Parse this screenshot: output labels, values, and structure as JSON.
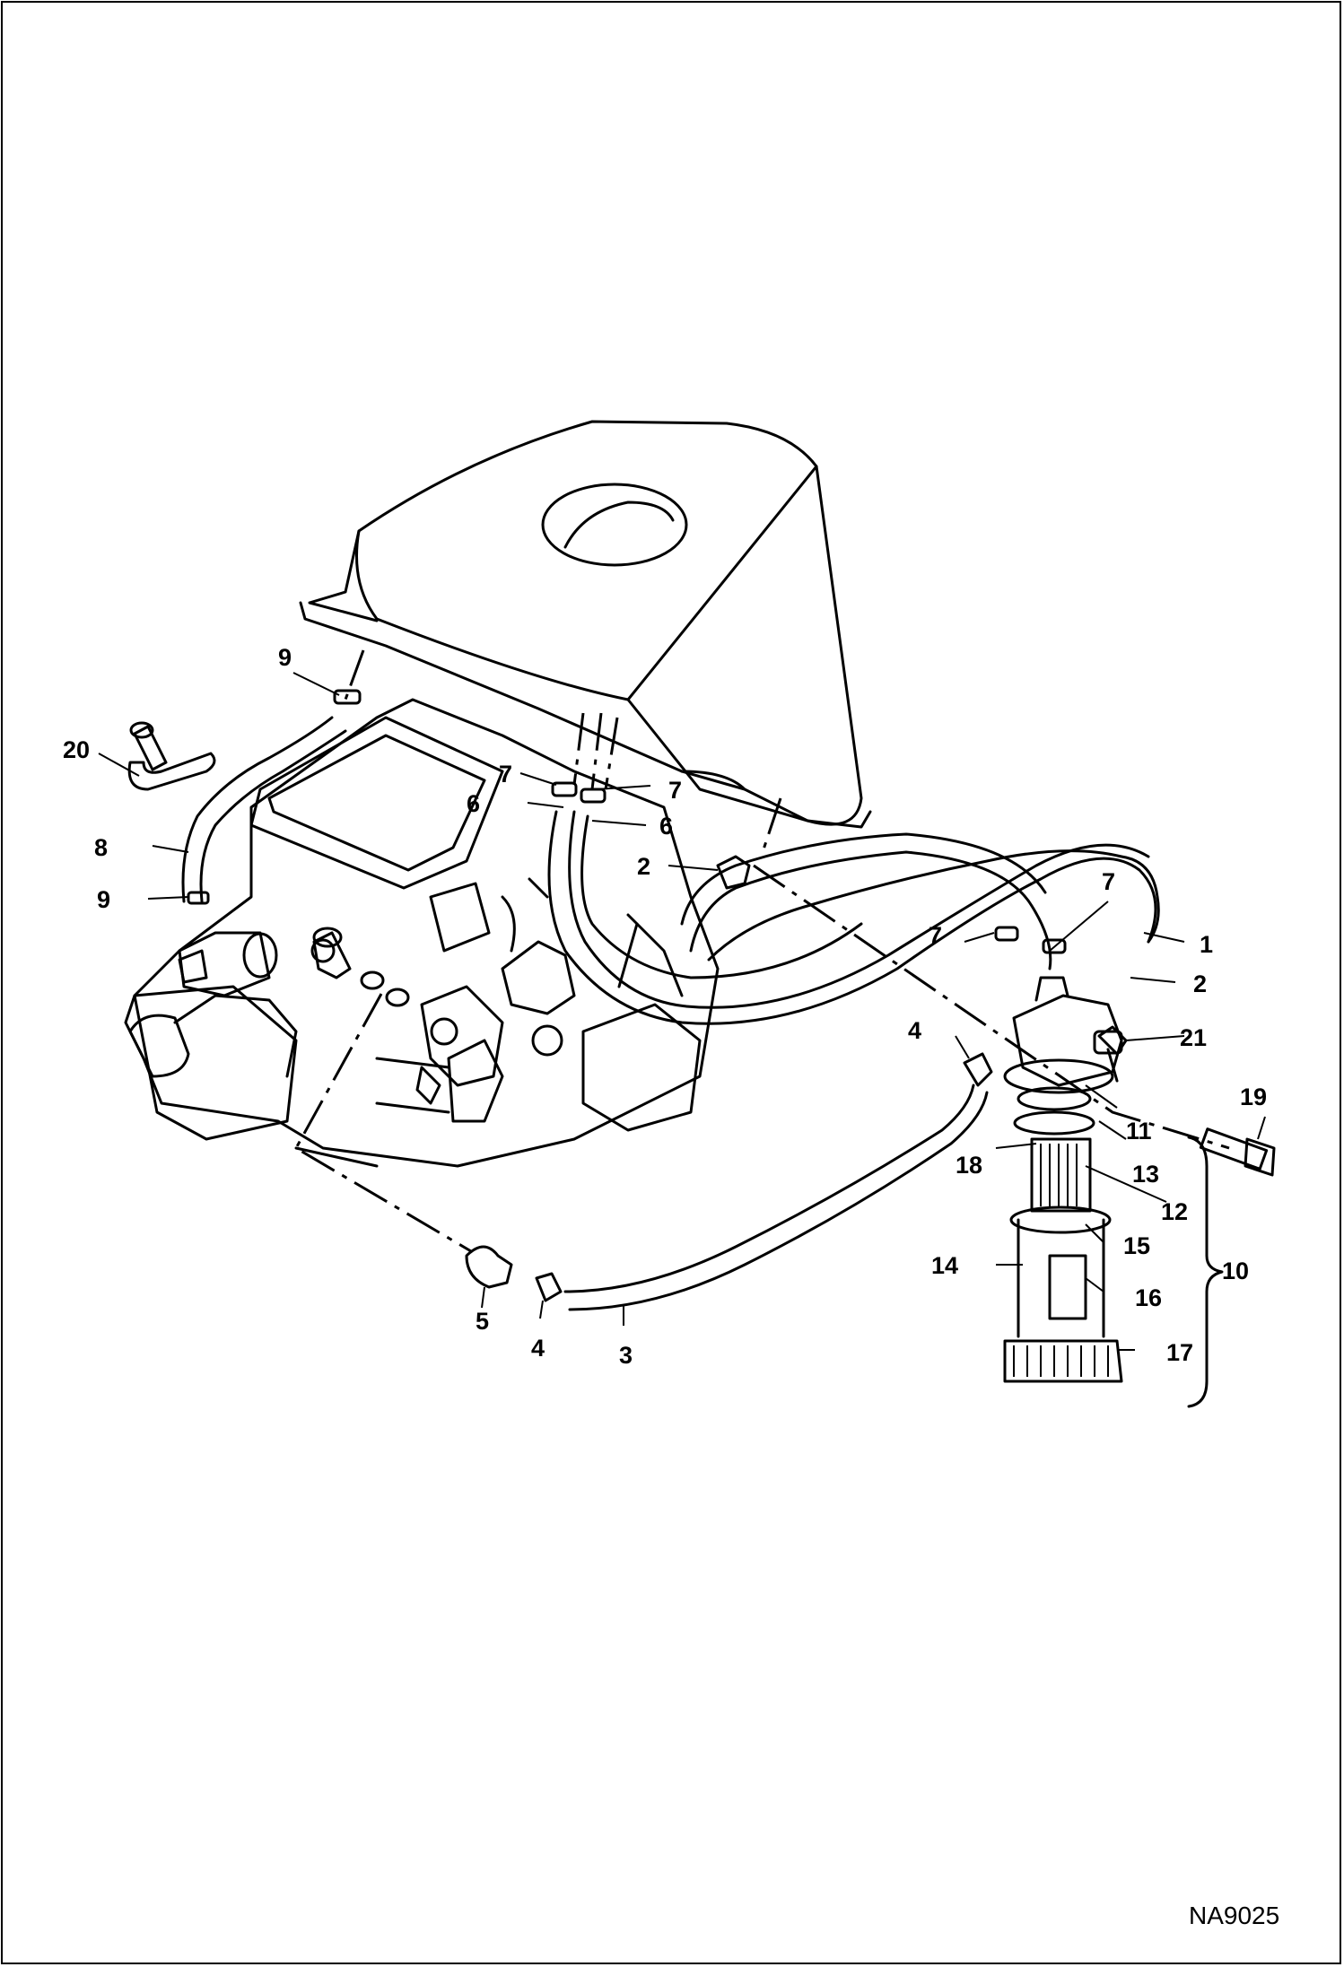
{
  "figure": {
    "id": "NA9025"
  },
  "callouts": {
    "c1": "1",
    "c2a": "2",
    "c2b": "2",
    "c3": "3",
    "c4a": "4",
    "c4b": "4",
    "c5": "5",
    "c6a": "6",
    "c6b": "6",
    "c7a": "7",
    "c7b": "7",
    "c7c": "7",
    "c7d": "7",
    "c8": "8",
    "c9a": "9",
    "c9b": "9",
    "c10": "10",
    "c11": "11",
    "c12": "12",
    "c13": "13",
    "c14": "14",
    "c15": "15",
    "c16": "16",
    "c17": "17",
    "c18": "18",
    "c19": "19",
    "c20": "20",
    "c21": "21"
  }
}
